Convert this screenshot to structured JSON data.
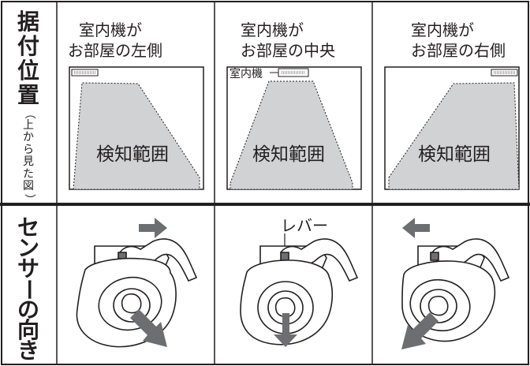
{
  "rows": {
    "position": {
      "title_chars": [
        "据",
        "付",
        "位",
        "置"
      ],
      "note_chars": [
        "（",
        "上",
        "か",
        "ら",
        "見",
        "た",
        "図",
        "）"
      ]
    },
    "orientation": {
      "title_chars": [
        "セ",
        "ン",
        "サ",
        "ー",
        "の",
        "向",
        "き"
      ]
    }
  },
  "panels": [
    {
      "line1": "室内機が",
      "line2": "お部屋の左側",
      "zone_label": "検知範囲",
      "arrow": "right"
    },
    {
      "line1": "室内機が",
      "line2": "お部屋の中央",
      "zone_label": "検知範囲",
      "unit_tag": "室内機",
      "lever_label": "レバー",
      "arrow": "down"
    },
    {
      "line1": "室内機が",
      "line2": "お部屋の右側",
      "zone_label": "検知範囲",
      "arrow": "left"
    }
  ],
  "colors": {
    "line": "#231f20",
    "zone": "#d1d2d3",
    "arrow": "#6d6e71"
  }
}
